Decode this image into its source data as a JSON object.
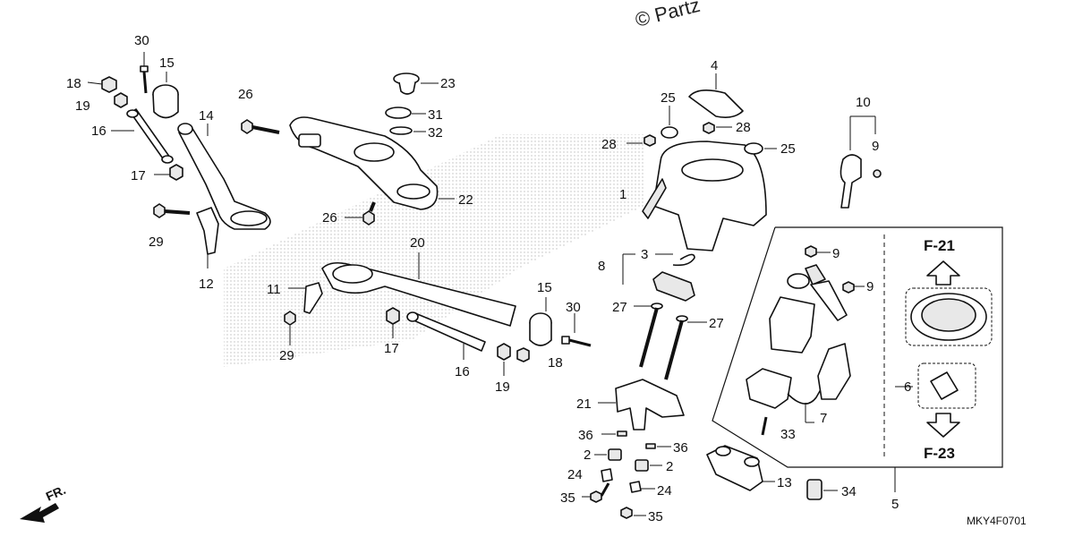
{
  "watermark": "© Partz",
  "diagram_code": "MKY4F0701",
  "front_marker": "FR.",
  "ref_up": "F-21",
  "ref_down": "F-23",
  "callouts": {
    "c30a": "30",
    "c15a": "15",
    "c18a": "18",
    "c19a": "19",
    "c14": "14",
    "c16a": "16",
    "c17a": "17",
    "c29a": "29",
    "c12": "12",
    "c26a": "26",
    "c23": "23",
    "c31": "31",
    "c32": "32",
    "c22": "22",
    "c26b": "26",
    "c20": "20",
    "c11": "11",
    "c29b": "29",
    "c17b": "17",
    "c16b": "16",
    "c19b": "19",
    "c18b": "18",
    "c15b": "15",
    "c30b": "30",
    "c4": "4",
    "c25a": "25",
    "c28a": "28",
    "c28b": "28",
    "c25b": "25",
    "c1": "1",
    "c10": "10",
    "c9a": "9",
    "c3": "3",
    "c8": "8",
    "c27a": "27",
    "c27b": "27",
    "c21": "21",
    "c36a": "36",
    "c2a": "2",
    "c24a": "24",
    "c35a": "35",
    "c36b": "36",
    "c2b": "2",
    "c24b": "24",
    "c35b": "35",
    "c13": "13",
    "c34": "34",
    "c33": "33",
    "c7": "7",
    "c5": "5",
    "c6": "6",
    "c9b": "9",
    "c9c": "9"
  }
}
